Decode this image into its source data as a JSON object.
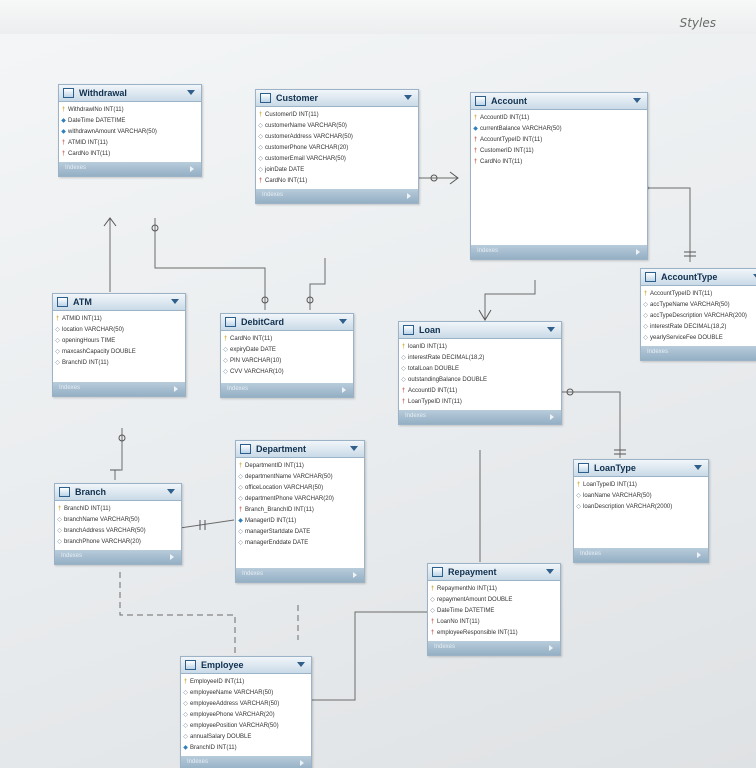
{
  "toolbar": {
    "styles_label": "Styles"
  },
  "indexes_label": "Indexes",
  "tables": {
    "withdrawal": {
      "title": "Withdrawal",
      "columns": [
        {
          "key": "pk",
          "text": "WithdrawlNo INT(11)"
        },
        {
          "key": "nn",
          "text": "DateTime DATETIME"
        },
        {
          "key": "nn",
          "text": "withdrawnAmount VARCHAR(50)"
        },
        {
          "key": "fk",
          "text": "ATMID INT(11)"
        },
        {
          "key": "fk",
          "text": "CardNo INT(11)"
        }
      ]
    },
    "customer": {
      "title": "Customer",
      "columns": [
        {
          "key": "pk",
          "text": "CustomerID INT(11)"
        },
        {
          "key": "pl",
          "text": "customerName VARCHAR(50)"
        },
        {
          "key": "pl",
          "text": "customerAddress VARCHAR(50)"
        },
        {
          "key": "pl",
          "text": "customerPhone VARCHAR(20)"
        },
        {
          "key": "pl",
          "text": "customerEmail VARCHAR(50)"
        },
        {
          "key": "pl",
          "text": "joinDate DATE"
        },
        {
          "key": "fk",
          "text": "CardNo INT(11)"
        }
      ]
    },
    "account": {
      "title": "Account",
      "columns": [
        {
          "key": "pk",
          "text": "AccountID INT(11)"
        },
        {
          "key": "nn",
          "text": "currentBalance VARCHAR(50)"
        },
        {
          "key": "fk",
          "text": "AccountTypeID INT(11)"
        },
        {
          "key": "fk",
          "text": "CustomerID INT(11)"
        },
        {
          "key": "fk",
          "text": "CardNo INT(11)"
        }
      ]
    },
    "atm": {
      "title": "ATM",
      "columns": [
        {
          "key": "pk",
          "text": "ATMID INT(11)"
        },
        {
          "key": "pl",
          "text": "location VARCHAR(50)"
        },
        {
          "key": "pl",
          "text": "openingHours TIME"
        },
        {
          "key": "pl",
          "text": "maxcashCapacity DOUBLE"
        },
        {
          "key": "pl",
          "text": "BranchID INT(11)"
        }
      ]
    },
    "debitcard": {
      "title": "DebitCard",
      "columns": [
        {
          "key": "pk",
          "text": "CardNo INT(11)"
        },
        {
          "key": "pl",
          "text": "expiryDate DATE"
        },
        {
          "key": "pl",
          "text": "PIN VARCHAR(10)"
        },
        {
          "key": "pl",
          "text": "CVV VARCHAR(10)"
        }
      ]
    },
    "loan": {
      "title": "Loan",
      "columns": [
        {
          "key": "pk",
          "text": "loanID INT(11)"
        },
        {
          "key": "pl",
          "text": "interestRate DECIMAL(18,2)"
        },
        {
          "key": "pl",
          "text": "totalLoan DOUBLE"
        },
        {
          "key": "pl",
          "text": "outstandingBalance DOUBLE"
        },
        {
          "key": "fk",
          "text": "AccountID INT(11)"
        },
        {
          "key": "fk",
          "text": "LoanTypeID INT(11)"
        }
      ]
    },
    "accounttype": {
      "title": "AccountType",
      "columns": [
        {
          "key": "pk",
          "text": "AccountTypeID INT(11)"
        },
        {
          "key": "pl",
          "text": "accTypeName VARCHAR(50)"
        },
        {
          "key": "pl",
          "text": "accTypeDescription VARCHAR(200)"
        },
        {
          "key": "pl",
          "text": "interestRate DECIMAL(18,2)"
        },
        {
          "key": "pl",
          "text": "yearlyServiceFee DOUBLE"
        }
      ]
    },
    "department": {
      "title": "Department",
      "columns": [
        {
          "key": "pk",
          "text": "DepartmentID INT(11)"
        },
        {
          "key": "pl",
          "text": "departmentName VARCHAR(50)"
        },
        {
          "key": "pl",
          "text": "officeLocation VARCHAR(50)"
        },
        {
          "key": "pl",
          "text": "departmentPhone VARCHAR(20)"
        },
        {
          "key": "fk",
          "text": "Branch_BranchID INT(11)"
        },
        {
          "key": "nn",
          "text": "ManagerID INT(11)"
        },
        {
          "key": "pl",
          "text": "managerStartdate DATE"
        },
        {
          "key": "pl",
          "text": "managerEnddate DATE"
        }
      ]
    },
    "loantype": {
      "title": "LoanType",
      "columns": [
        {
          "key": "pk",
          "text": "LoanTypeID INT(11)"
        },
        {
          "key": "pl",
          "text": "loanName VARCHAR(50)"
        },
        {
          "key": "pl",
          "text": "loanDescription VARCHAR(2000)"
        }
      ]
    },
    "branch": {
      "title": "Branch",
      "columns": [
        {
          "key": "pk",
          "text": "BranchID INT(11)"
        },
        {
          "key": "pl",
          "text": "branchName VARCHAR(50)"
        },
        {
          "key": "pl",
          "text": "branchAddress VARCHAR(50)"
        },
        {
          "key": "pl",
          "text": "branchPhone VARCHAR(20)"
        }
      ]
    },
    "repayment": {
      "title": "Repayment",
      "columns": [
        {
          "key": "pk",
          "text": "RepaymentNo INT(11)"
        },
        {
          "key": "pl",
          "text": "repaymentAmount DOUBLE"
        },
        {
          "key": "pl",
          "text": "DateTime DATETIME"
        },
        {
          "key": "fk",
          "text": "LoanNo INT(11)"
        },
        {
          "key": "fk",
          "text": "employeeResponsible INT(11)"
        }
      ]
    },
    "employee": {
      "title": "Employee",
      "columns": [
        {
          "key": "pk",
          "text": "EmployeeID INT(11)"
        },
        {
          "key": "pl",
          "text": "employeeName VARCHAR(50)"
        },
        {
          "key": "pl",
          "text": "employeeAddress VARCHAR(50)"
        },
        {
          "key": "pl",
          "text": "employeePhone VARCHAR(20)"
        },
        {
          "key": "pl",
          "text": "employeePosition VARCHAR(50)"
        },
        {
          "key": "pl",
          "text": "annualSalary DOUBLE"
        },
        {
          "key": "nn",
          "text": "BranchID INT(11)"
        }
      ]
    }
  }
}
